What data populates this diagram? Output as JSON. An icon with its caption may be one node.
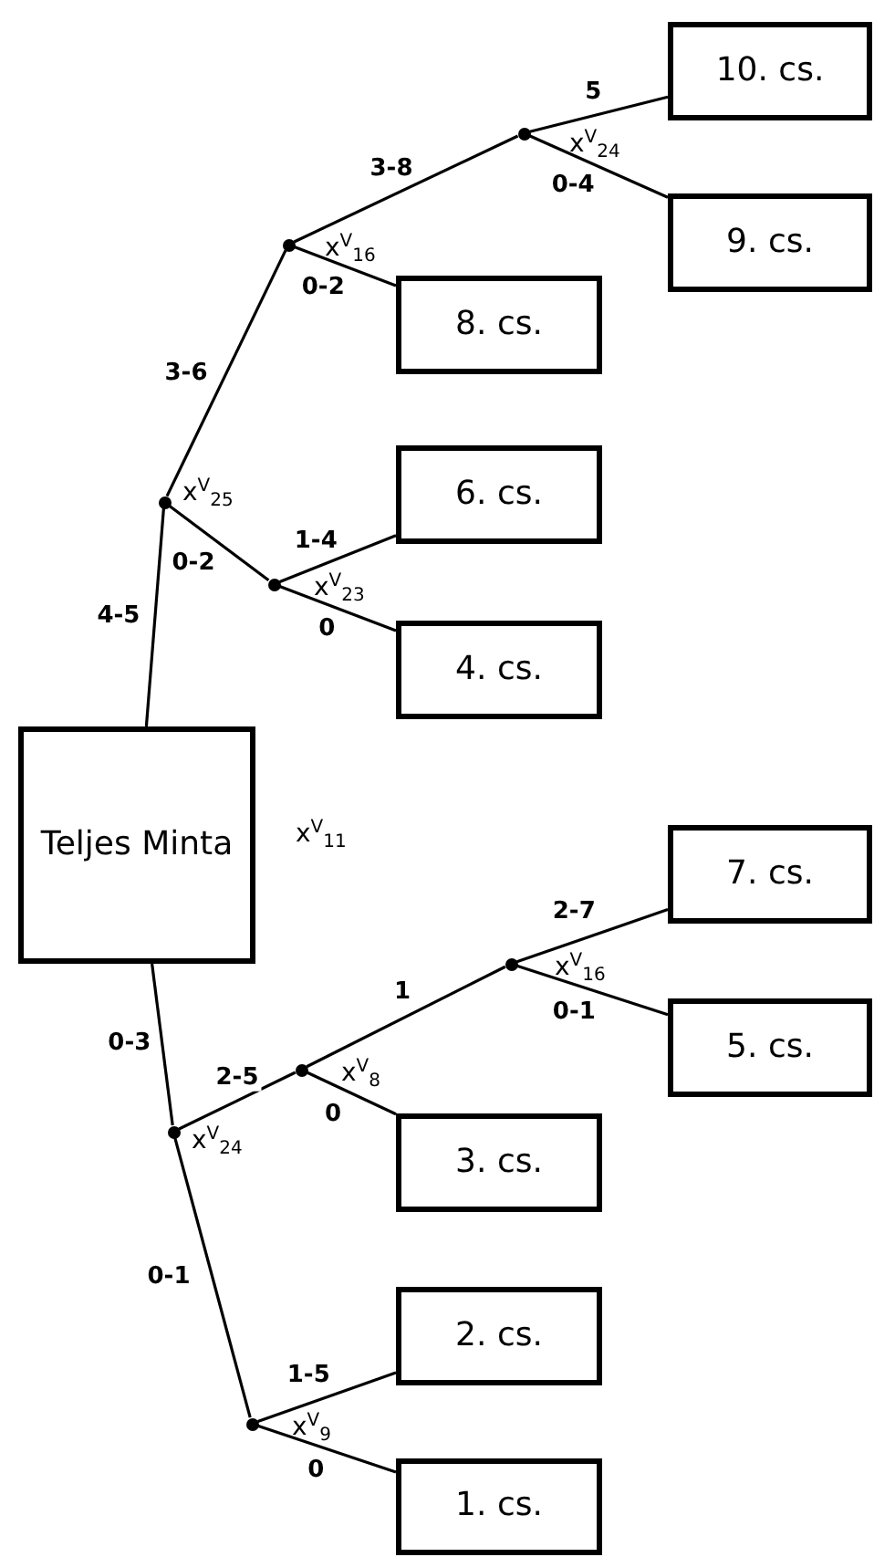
{
  "diagram": {
    "nodes": [
      {
        "text": [
          "10. cs."
        ]
      },
      {
        "text": [],
        "shape": "circle",
        "beside": [
          "x$^{V}$$_{24}$"
        ]
      },
      {
        "text": [
          "9. cs."
        ]
      },
      {
        "text": [],
        "shape": "circle",
        "beside": [
          "x$^{V}$$_{16}$"
        ]
      },
      {
        "text": [
          "8. cs."
        ]
      },
      {
        "text": [
          "6. cs."
        ]
      },
      {
        "text": [],
        "shape": "circle",
        "beside": [
          "x$^{V}$$_{25}$"
        ]
      },
      {
        "text": [],
        "shape": "circle",
        "beside": [
          "x$^{V}$$_{23}$"
        ]
      },
      {
        "text": [
          "4. cs."
        ]
      },
      {
        "text": [
          "Teljes Minta"
        ],
        "beside": [
          "x$^{V}$$_{11}$"
        ]
      },
      {
        "text": [
          "7. cs."
        ]
      },
      {
        "text": [],
        "shape": "circle",
        "beside": [
          "x$^{V}$$_{16}$"
        ]
      },
      {
        "text": [
          "5. cs."
        ]
      },
      {
        "text": [],
        "shape": "circle",
        "beside": [
          "x$^{V}$$_{8}$"
        ]
      },
      {
        "text": [],
        "shape": "circle",
        "beside": [
          "x$^{V}$$_{24}$"
        ]
      },
      {
        "text": [
          "3. cs."
        ]
      },
      {
        "text": [
          "2. cs."
        ]
      },
      {
        "text": [],
        "shape": "circle",
        "beside": [
          "x$^{V}$$_{9}$"
        ]
      },
      {
        "text": [
          "1. cs."
        ]
      }
    ],
    "edges": [
      {
        "from": 9,
        "to": 6,
        "arrow": "none",
        "label": "4-5"
      },
      {
        "from": 6,
        "to": 3,
        "arrow": "none",
        "label": "3-6"
      },
      {
        "from": 3,
        "to": 1,
        "arrow": "none",
        "label": "3-8"
      },
      {
        "from": 1,
        "to": 0,
        "arrow": "none",
        "label": "5"
      },
      {
        "from": 1,
        "to": 2,
        "arrow": "none",
        "label": "0-4"
      },
      {
        "from": 3,
        "to": 4,
        "arrow": "none",
        "label": "0-2"
      },
      {
        "from": 6,
        "to": 7,
        "arrow": "none",
        "label": "0-2"
      },
      {
        "from": 7,
        "to": 5,
        "arrow": "none",
        "label": "1-4"
      },
      {
        "from": 7,
        "to": 8,
        "arrow": "none",
        "label": "0"
      },
      {
        "from": 9,
        "to": 14,
        "arrow": "none",
        "label": "0-3"
      },
      {
        "from": 14,
        "to": 13,
        "arrow": "none",
        "label": "2-5"
      },
      {
        "from": 13,
        "to": 11,
        "arrow": "none",
        "label": "1"
      },
      {
        "from": 11,
        "to": 10,
        "arrow": "none",
        "label": "2-7"
      },
      {
        "from": 11,
        "to": 12,
        "arrow": "none",
        "label": "0-1"
      },
      {
        "from": 13,
        "to": 15,
        "arrow": "none",
        "label": "0"
      },
      {
        "from": 14,
        "to": 17,
        "arrow": "none",
        "label": "0-1"
      },
      {
        "from": 17,
        "to": 16,
        "arrow": "none",
        "label": "1-5"
      },
      {
        "from": 17,
        "to": 18,
        "arrow": "none",
        "label": "0"
      }
    ]
  }
}
